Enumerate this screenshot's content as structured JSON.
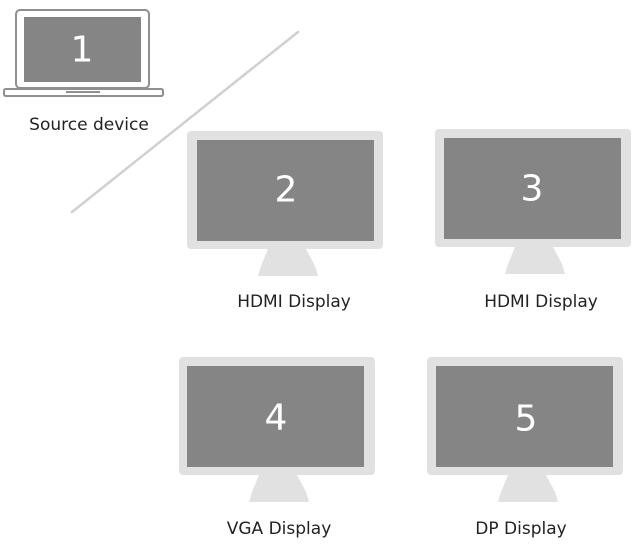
{
  "colors": {
    "frame": "#e1e1e1",
    "screen": "#858585",
    "number": "#ffffff",
    "laptop_outline": "#8f8f8f",
    "divider": "#d0d0d0",
    "caption_text": "#222222"
  },
  "source": {
    "number": "1",
    "caption": "Source device",
    "icon": "laptop-icon"
  },
  "displays": [
    {
      "number": "2",
      "caption": "HDMI Display",
      "icon": "monitor-icon"
    },
    {
      "number": "3",
      "caption": "HDMI Display",
      "icon": "monitor-icon"
    },
    {
      "number": "4",
      "caption": "VGA Display",
      "icon": "monitor-icon"
    },
    {
      "number": "5",
      "caption": "DP Display",
      "icon": "monitor-icon"
    }
  ]
}
